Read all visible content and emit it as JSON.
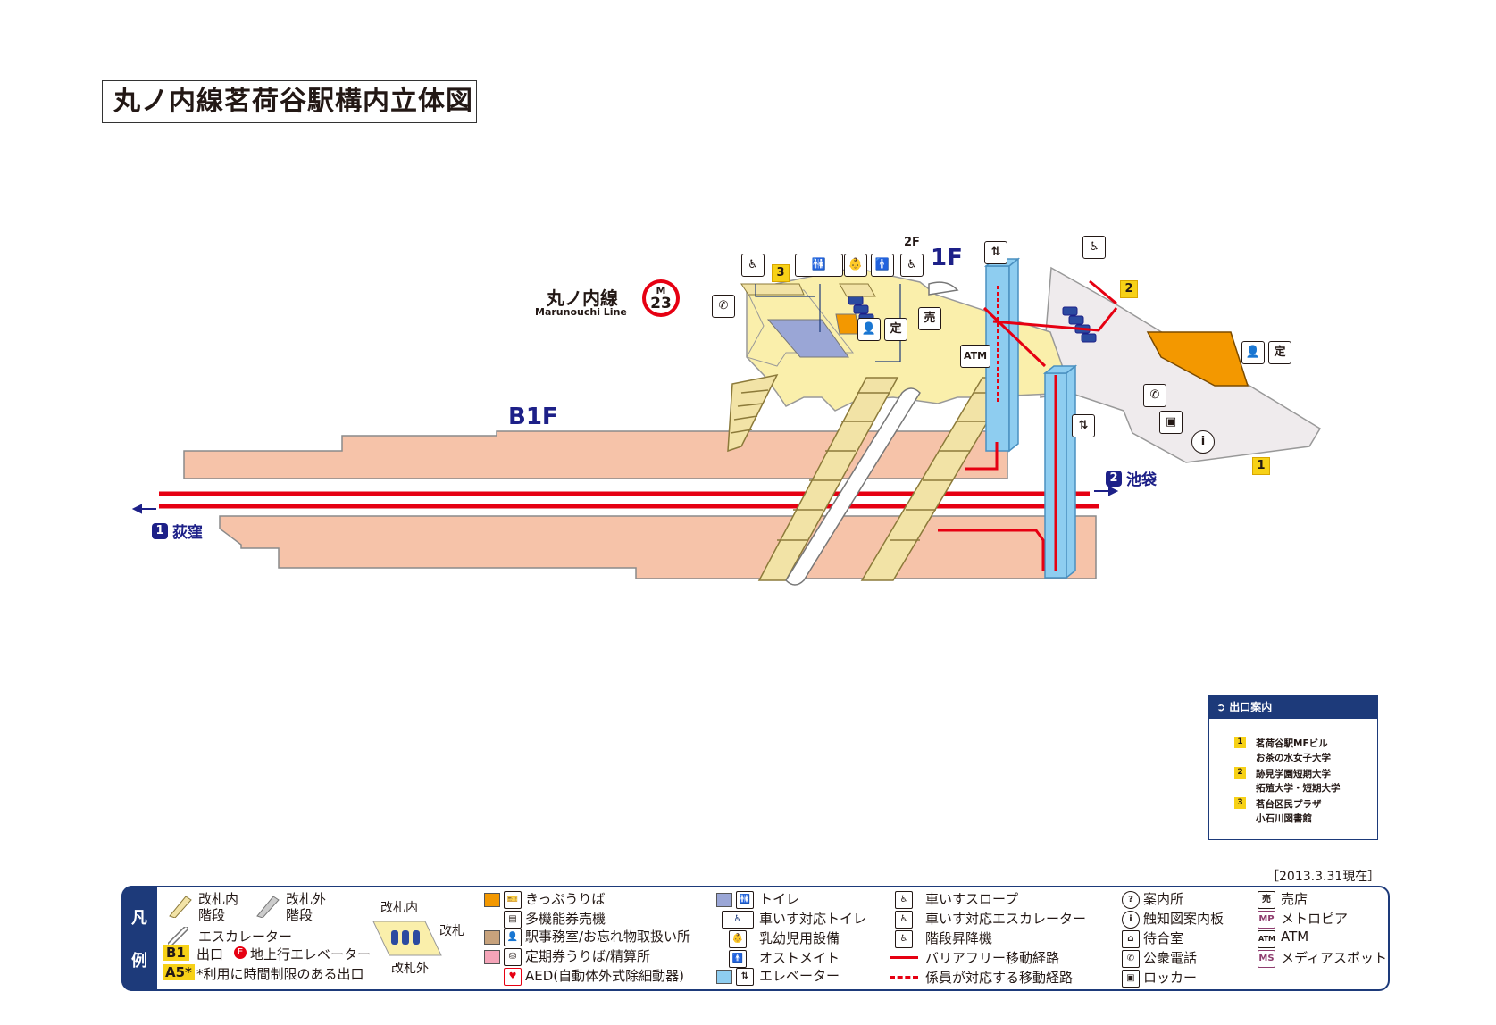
{
  "title": "丸ノ内線茗荷谷駅構内立体図",
  "line": {
    "name_ja": "丸ノ内線",
    "name_en": "Marunouchi Line",
    "code_letter": "M",
    "code_number": "23",
    "color": "#e60012"
  },
  "floors": {
    "b1f": "B1F",
    "f1": "1F",
    "f2": "2F"
  },
  "directions": {
    "west": {
      "number": "1",
      "label": "荻窪"
    },
    "east": {
      "number": "2",
      "label": "池袋"
    }
  },
  "exits_on_map": [
    "3",
    "2",
    "1"
  ],
  "map_icons": {
    "atm": "ATM",
    "shop": "売",
    "commuter_pass": "定",
    "phone": "phone-icon",
    "elevator": "elevator-icon",
    "wheelchair": "wheelchair-icon",
    "info": "info-icon"
  },
  "exit_guide": {
    "header": "出口案内",
    "items": [
      {
        "exit": "1",
        "names": [
          "茗荷谷駅MFビル",
          "お茶の水女子大学"
        ]
      },
      {
        "exit": "2",
        "names": [
          "跡見学園短期大学",
          "拓殖大学・短期大学"
        ]
      },
      {
        "exit": "3",
        "names": [
          "茗台区民プラザ",
          "小石川図書館"
        ]
      }
    ]
  },
  "date": "［2013.3.31現在］",
  "legend": {
    "tab_chars": [
      "凡",
      "例"
    ],
    "stairs_in": [
      "改札内",
      "階段"
    ],
    "stairs_out": [
      "改札外",
      "階段"
    ],
    "escalator": "エスカレーター",
    "exit_badge": "B1",
    "exit_label": "出口",
    "e_badge": "E",
    "elevator_up": "地上行エレベーター",
    "a5_badge": "A5*",
    "time_limited": "*利用に時間制限のある出口",
    "gate_in": "改札内",
    "gate": "改札",
    "gate_out": "改札外",
    "col2": [
      "きっぷうりば",
      "多機能券売機",
      "駅事務室/お忘れ物取扱い所",
      "定期券うりば/精算所",
      "AED(自動体外式除細動器)"
    ],
    "col3": [
      "トイレ",
      "車いす対応トイレ",
      "乳幼児用設備",
      "オストメイト",
      "エレベーター"
    ],
    "col4": [
      "車いすスロープ",
      "車いす対応エスカレーター",
      "階段昇降機",
      "バリアフリー移動経路",
      "係員が対応する移動経路"
    ],
    "col5": [
      "案内所",
      "触知図案内板",
      "待合室",
      "公衆電話",
      "ロッカー"
    ],
    "col6": [
      "売店",
      "メトロピア",
      "ATM",
      "メディアスポット"
    ],
    "col6_badges": [
      "売",
      "MP",
      "ATM",
      "MS"
    ],
    "colors": {
      "ticket": "#f39800",
      "office": "#c7a27c",
      "pass": "#f4a4b8",
      "toilet": "#9aa6d6",
      "elevator": "#8ecdf0",
      "route": "#e60012",
      "navy": "#1d3a7a"
    }
  }
}
